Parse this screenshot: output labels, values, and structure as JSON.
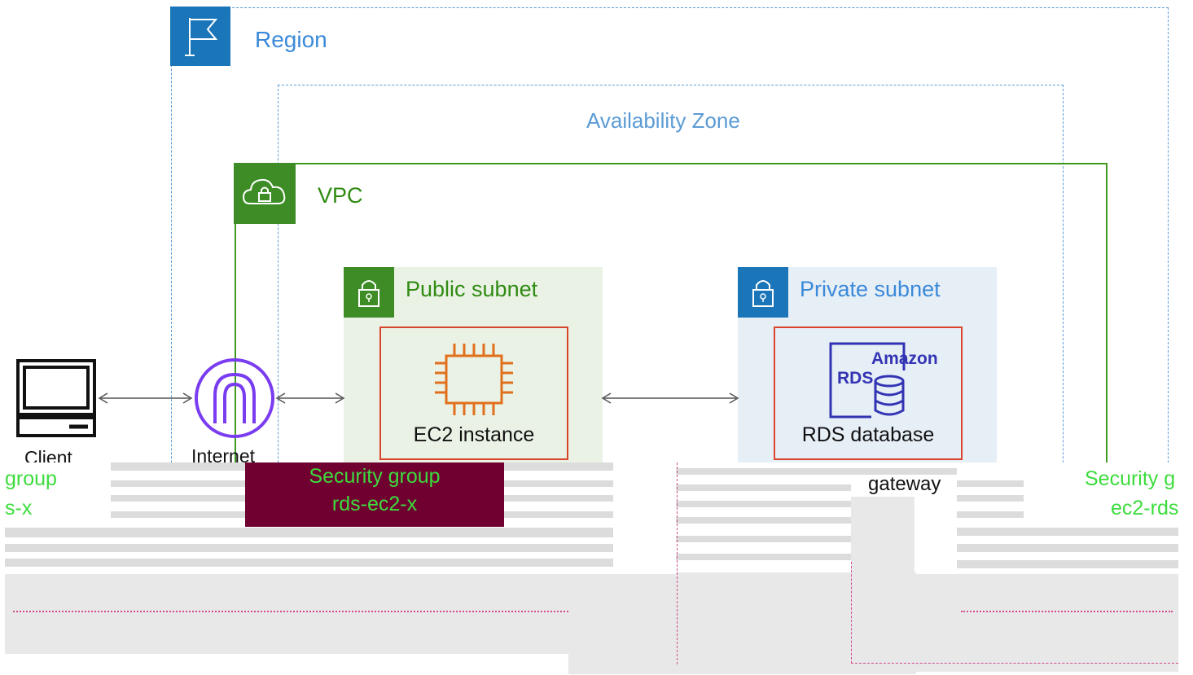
{
  "diagram": {
    "region": {
      "label": "Region",
      "icon": "flag-icon",
      "color": "#1a76b8"
    },
    "availability_zone": {
      "label": "Availability Zone"
    },
    "vpc": {
      "label": "VPC",
      "icon": "cloud-lock-icon",
      "color": "#3d8c26"
    },
    "public_subnet": {
      "label": "Public subnet",
      "icon": "lock-icon"
    },
    "private_subnet": {
      "label": "Private subnet",
      "icon": "lock-icon"
    },
    "ec2": {
      "label": "EC2 instance",
      "icon": "chip-icon"
    },
    "rds": {
      "label": "RDS database",
      "icon_text_1": "Amazon",
      "icon_text_2": "RDS",
      "icon": "database-icon"
    },
    "client": {
      "label": "Client",
      "icon": "computer-icon"
    },
    "internet_gateway": {
      "label": "Internet",
      "icon": "internet-gateway-icon"
    },
    "gateway": {
      "label": "gateway"
    },
    "security_groups": {
      "center": {
        "line1": "Security group",
        "line2": "rds-ec2-x"
      },
      "left": {
        "line1": "group",
        "line2": "s-x"
      },
      "right": {
        "line1": "Security g",
        "line2": "ec2-rds"
      }
    }
  }
}
